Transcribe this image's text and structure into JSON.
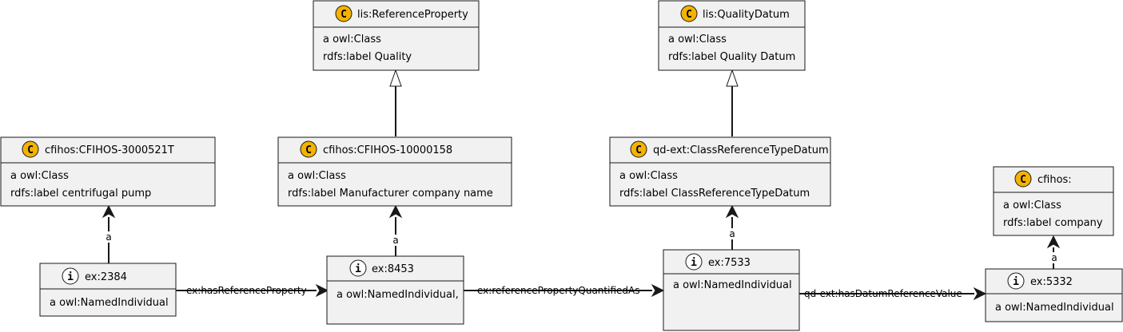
{
  "nodes": {
    "ref_prop": {
      "badge": "C",
      "title": "lis:ReferenceProperty",
      "attrs": [
        "a owl:Class",
        "rdfs:label Quality"
      ]
    },
    "qual_datum": {
      "badge": "C",
      "title": "lis:QualityDatum",
      "attrs": [
        "a owl:Class",
        "rdfs:label Quality Datum"
      ]
    },
    "cfihos_3000521t": {
      "badge": "C",
      "title": "cfihos:CFIHOS-3000521T",
      "attrs": [
        "a owl:Class",
        "rdfs:label centrifugal pump"
      ]
    },
    "cfihos_10000158": {
      "badge": "C",
      "title": "cfihos:CFIHOS-10000158",
      "attrs": [
        "a owl:Class",
        "rdfs:label Manufacturer company name"
      ]
    },
    "qd_ext": {
      "badge": "C",
      "title": "qd-ext:ClassReferenceTypeDatum",
      "attrs": [
        "a owl:Class",
        "rdfs:label ClassReferenceTypeDatum"
      ]
    },
    "cfihos": {
      "badge": "C",
      "title": "cfihos:",
      "attrs": [
        "a owl:Class",
        "rdfs:label company"
      ]
    },
    "ex2384": {
      "badge": "i",
      "title": "ex:2384",
      "attrs": [
        "a owl:NamedIndividual"
      ]
    },
    "ex8453": {
      "badge": "i",
      "title": "ex:8453",
      "attrs": [
        "a owl:NamedIndividual,"
      ]
    },
    "ex7533": {
      "badge": "i",
      "title": "ex:7533",
      "attrs": [
        "a owl:NamedIndividual"
      ]
    },
    "ex5332": {
      "badge": "i",
      "title": "ex:5332",
      "attrs": [
        "a owl:NamedIndividual"
      ]
    }
  },
  "edges": {
    "has_reference_property": "ex:hasReferenceProperty",
    "reference_property_quantified_as": "ex:referencePropertyQuantifiedAs",
    "has_datum_reference_value": "qd-ext:hasDatumReferenceValue",
    "type_a_2384": "a",
    "type_a_8453": "a",
    "type_a_7533": "a",
    "type_a_5332": "a"
  },
  "colors": {
    "box_fill": "#f1f1f1",
    "border": "#181818",
    "class_badge": "#f4b300",
    "individual_badge": "#ffffff"
  }
}
